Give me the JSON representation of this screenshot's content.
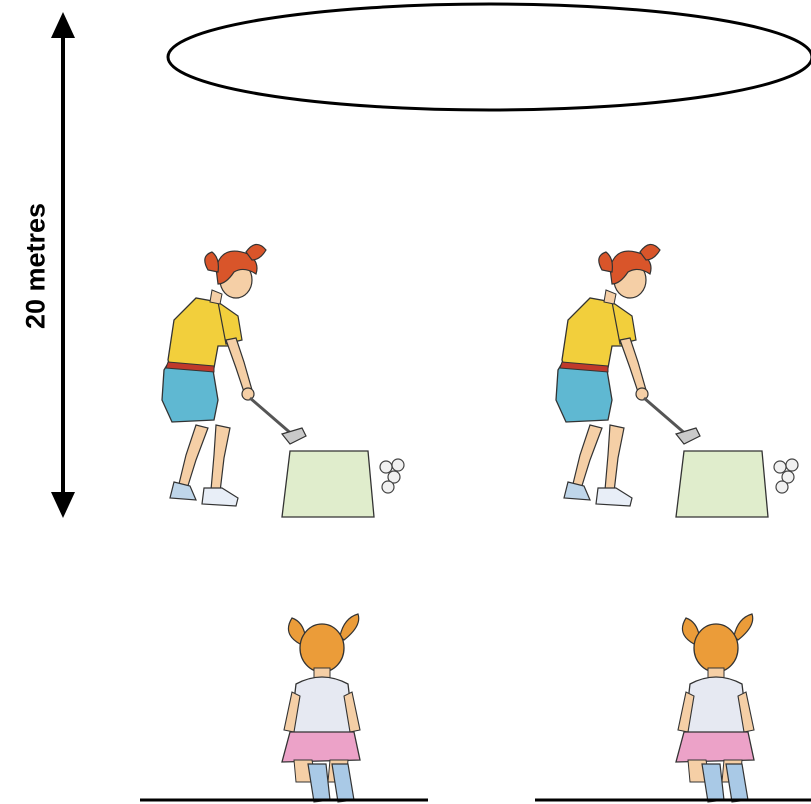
{
  "distance_label": "20 metres",
  "colors": {
    "shirt": "#f2cf3c",
    "shorts": "#5fb8d2",
    "hair": "#d9552a",
    "skin": "#f5cfa6",
    "mat": "#e0edcc",
    "ball": "#f1f1f1",
    "kid_hair": "#eb9c39",
    "kid_shirt": "#e6e9f2",
    "kid_shorts": "#eca2c8",
    "kid_shoes": "#a9c9e6",
    "line": "#000000"
  },
  "scene": {
    "target": "ellipse-target",
    "stations": 2,
    "players": [
      "golfer-left",
      "golfer-right"
    ],
    "observers": [
      "child-left",
      "child-right"
    ]
  }
}
